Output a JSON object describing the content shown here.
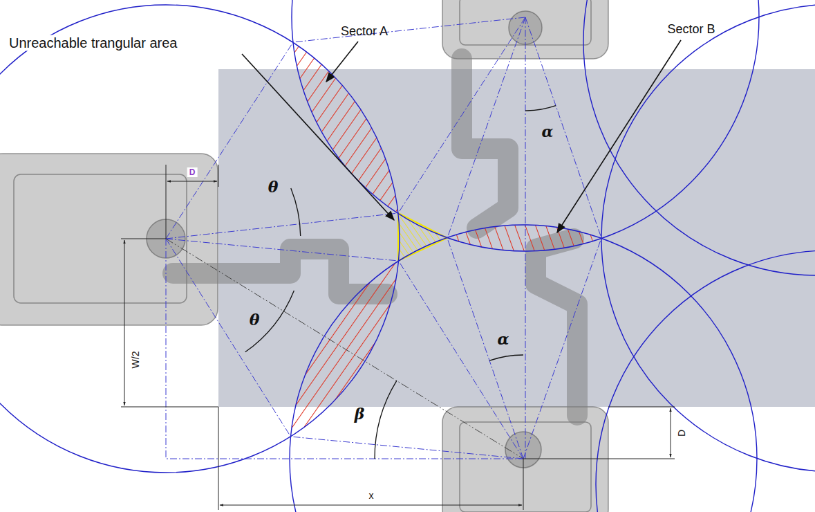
{
  "diagram": {
    "labels": [
      "Sector A",
      "Unreachable trangular area",
      "D",
      "Sector B",
      "θ",
      "α",
      "θ",
      "α",
      "W/2",
      "β",
      "D",
      "x"
    ]
  }
}
